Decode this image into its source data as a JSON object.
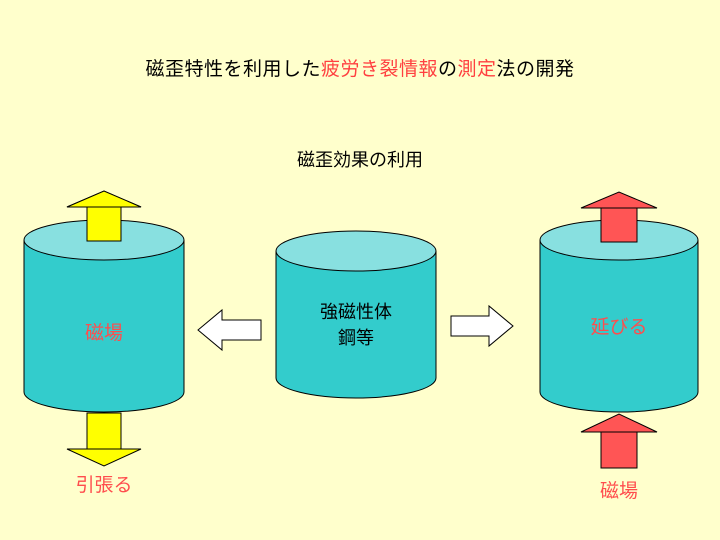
{
  "title": {
    "parts": [
      {
        "text": "磁歪特性を利用した",
        "highlight": false
      },
      {
        "text": "疲労き裂情報",
        "highlight": true
      },
      {
        "text": "の",
        "highlight": false
      },
      {
        "text": "測定",
        "highlight": true
      },
      {
        "text": "法の開発",
        "highlight": false
      }
    ]
  },
  "subtitle": "磁歪効果の利用",
  "center_cylinder": {
    "line1": "強磁性体",
    "line2": "鋼等"
  },
  "left_cylinder": {
    "label": "磁場",
    "bottom_label": "引張る"
  },
  "right_cylinder": {
    "label": "延びる",
    "bottom_label": "磁場"
  },
  "colors": {
    "background": "#ffffcc",
    "cylinder_body": "#33cccc",
    "cylinder_top": "#88e0e0",
    "yellow_arrow": "#ffff00",
    "red_arrow": "#ff5555",
    "highlight_text": "#ff4040"
  }
}
